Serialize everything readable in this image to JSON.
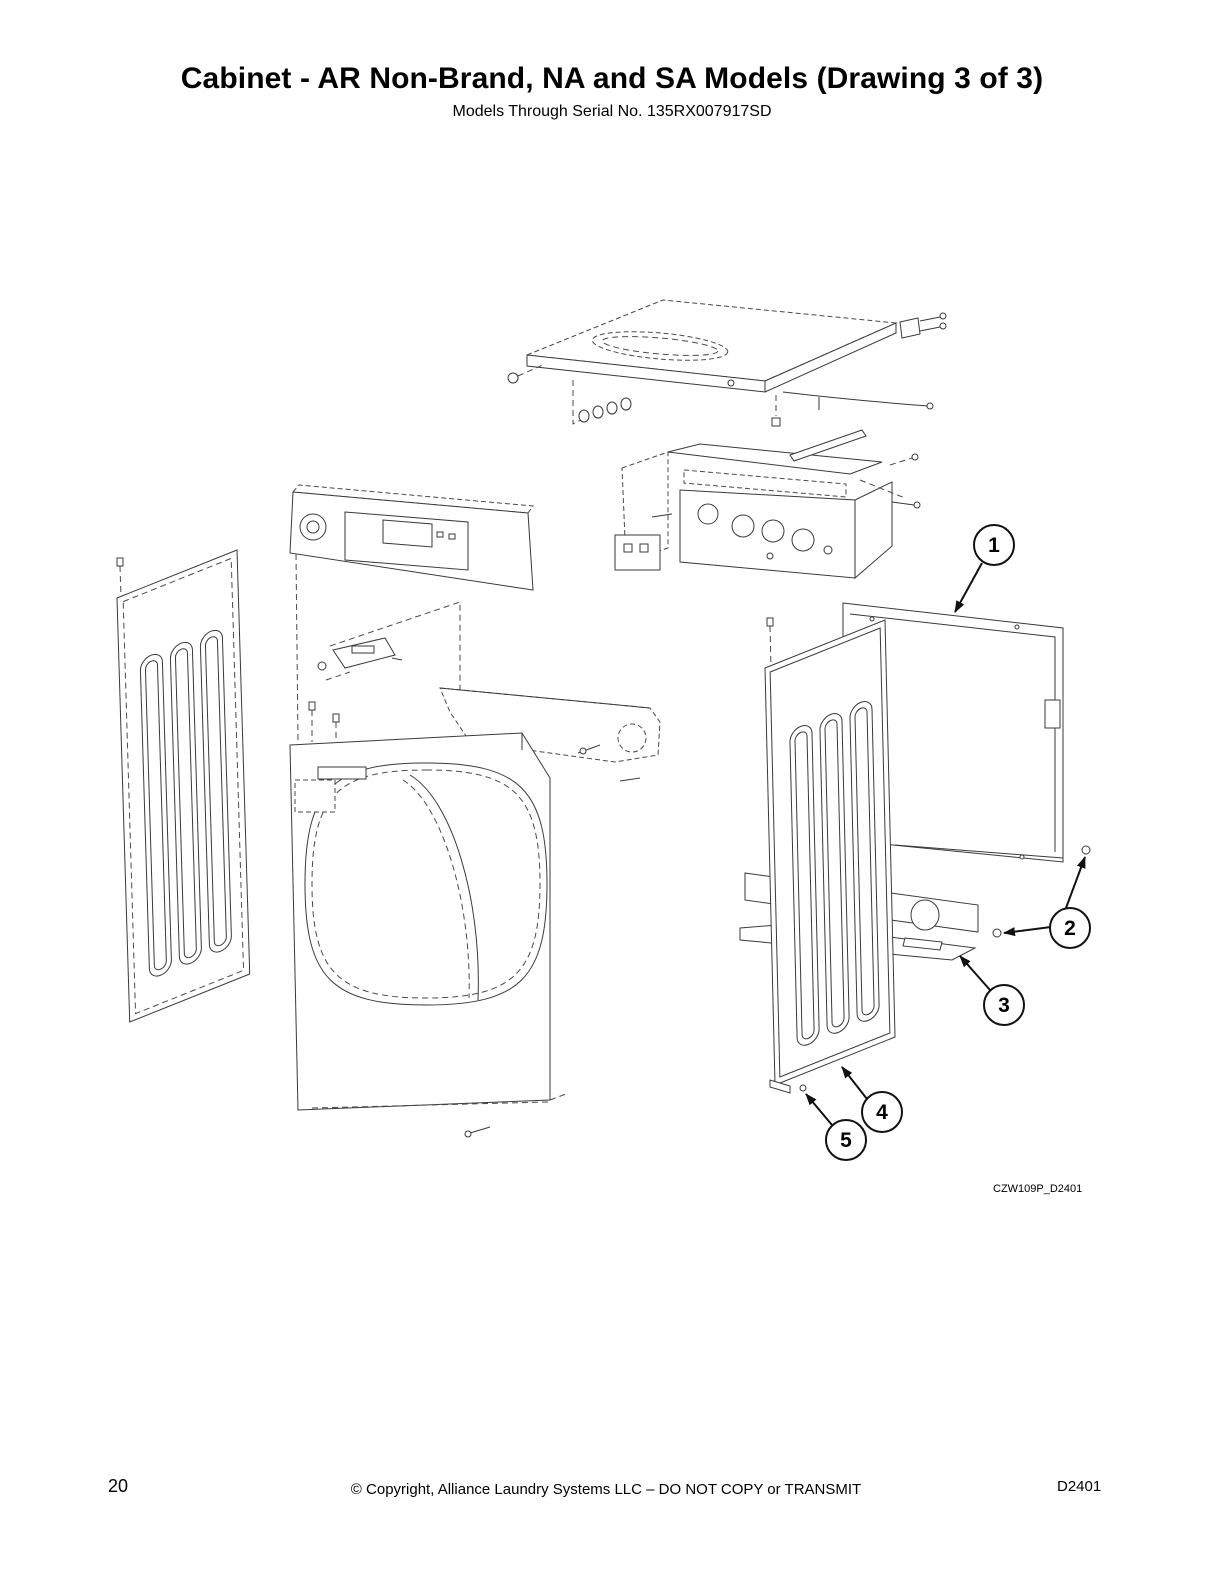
{
  "header": {
    "title": "Cabinet - AR Non-Brand, NA and SA Models (Drawing 3 of 3)",
    "subtitle": "Models Through Serial No. 135RX007917SD"
  },
  "diagram": {
    "callouts": [
      "1",
      "2",
      "3",
      "4",
      "5"
    ],
    "drawing_id": "CZW109P_D2401"
  },
  "footer": {
    "page_number": "20",
    "copyright": "© Copyright, Alliance Laundry Systems LLC – DO NOT COPY or TRANSMIT",
    "doc_code": "D2401"
  }
}
